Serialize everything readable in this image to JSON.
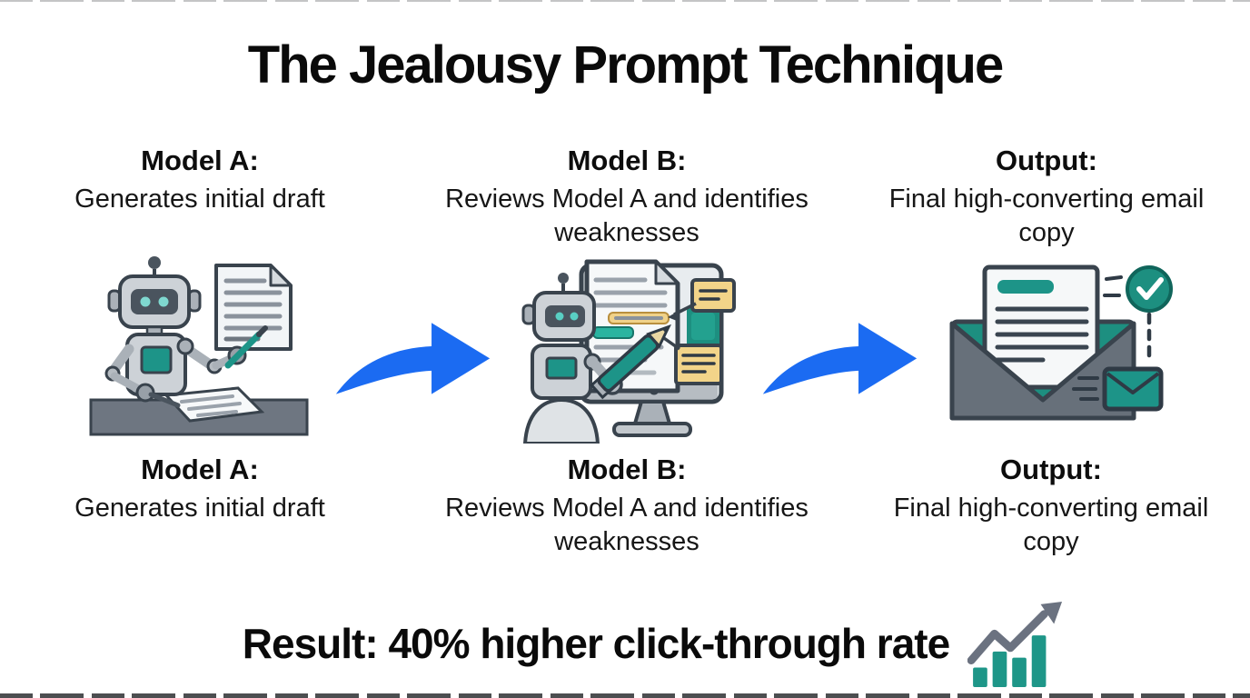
{
  "title": "The Jealousy Prompt Technique",
  "columns": [
    {
      "heading": "Model A:",
      "description": "Generates initial draft",
      "icon": "robot-writing-initial-draft"
    },
    {
      "heading": "Model B:",
      "description": "Reviews Model A and identifies weaknesses",
      "icon": "robot-reviewing-document-on-monitor"
    },
    {
      "heading": "Output:",
      "description": "Final high-converting email copy",
      "icon": "open-envelope-with-approved-email"
    }
  ],
  "flow": {
    "arrow_icon": "blue-curved-flow-arrow"
  },
  "result": {
    "text": "Result: 40% higher click-through rate",
    "icon": "rising-bar-chart-with-arrow"
  },
  "colors": {
    "accent_blue": "#1b6bf2",
    "teal": "#1d9488",
    "teal_dark": "#1d8f80",
    "sticky_yellow": "#f2d489",
    "outline_dark": "#2f3a45",
    "grey": "#6a737d",
    "text": "#0d0d0d"
  }
}
